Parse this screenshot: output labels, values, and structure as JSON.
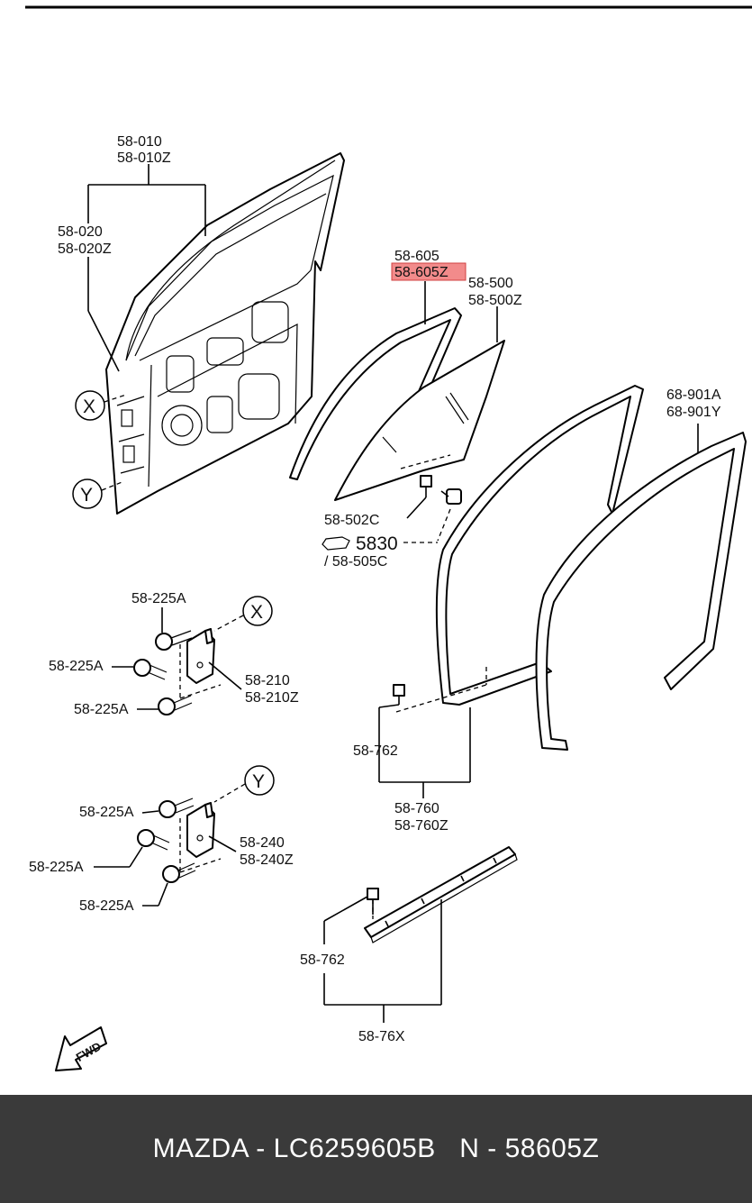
{
  "labels": {
    "l_58_010": "58-010",
    "l_58_010z": "58-010Z",
    "l_58_020": "58-020",
    "l_58_020z": "58-020Z",
    "l_58_605": "58-605",
    "l_58_605z": "58-605Z",
    "l_58_500": "58-500",
    "l_58_500z": "58-500Z",
    "l_68_901a": "68-901A",
    "l_68_901y": "68-901Y",
    "l_58_502c": "58-502C",
    "l_5830": "5830",
    "l_58_505c": "/ 58-505C",
    "l_x1": "X",
    "l_y1": "Y",
    "l_x2": "X",
    "l_y2": "Y",
    "l_225a_1": "58-225A",
    "l_225a_2": "58-225A",
    "l_225a_3": "58-225A",
    "l_225a_4": "58-225A",
    "l_225a_5": "58-225A",
    "l_225a_6": "58-225A",
    "l_58_210": "58-210",
    "l_58_210z": "58-210Z",
    "l_58_240": "58-240",
    "l_58_240z": "58-240Z",
    "l_58_762a": "58-762",
    "l_58_760": "58-760",
    "l_58_760z": "58-760Z",
    "l_58_762b": "58-762",
    "l_58_76x": "58-76X",
    "l_fwd": "FWD"
  },
  "highlight_part": "58-605Z",
  "highlight_color": "#f28b8b",
  "footer": {
    "text": "MAZDA - LC6259605B   N - 58605Z"
  }
}
